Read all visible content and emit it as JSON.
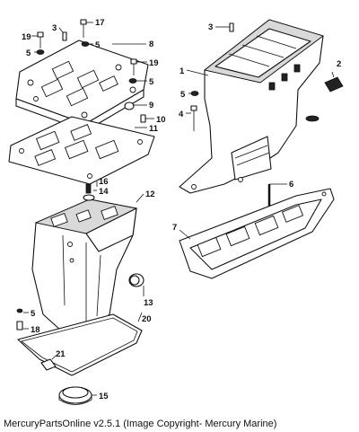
{
  "caption": "MercuryPartsOnline v2.5.1 (Image Copyright- Mercury Marine)",
  "callouts": [
    "1",
    "2",
    "3",
    "3",
    "4",
    "5",
    "5",
    "5",
    "5",
    "5",
    "6",
    "7",
    "8",
    "9",
    "10",
    "11",
    "12",
    "13",
    "14",
    "15",
    "16",
    "17",
    "18",
    "19",
    "19",
    "20",
    "21"
  ]
}
